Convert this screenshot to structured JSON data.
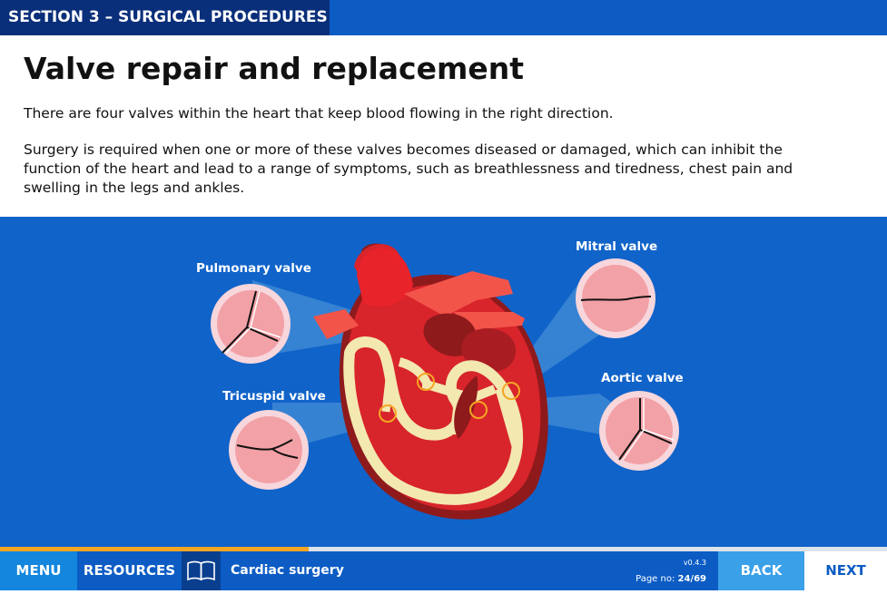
{
  "header": {
    "section_label": "SECTION 3 – SURGICAL PROCEDURES"
  },
  "content": {
    "title": "Valve repair and replacement",
    "paragraph_1": "There are four valves within the heart that keep blood flowing in the right direction.",
    "paragraph_2": "Surgery is required when one or more of these valves becomes diseased or damaged, which can inhibit the function of the heart and lead to a range of symptoms, such as breathlessness and tiredness, chest pain and swelling in the legs and ankles."
  },
  "illustration": {
    "labels": {
      "pulmonary": "Pulmonary valve",
      "tricuspid": "Tricuspid valve",
      "mitral": "Mitral valve",
      "aortic": "Aortic valve"
    },
    "colors": {
      "background": "#1063c9",
      "heart_red": "#d8242b",
      "heart_dark": "#8e1a1c",
      "valve_fill": "#f2a1a6",
      "valve_ring": "#f7d6dc",
      "highlight": "#f5a623"
    }
  },
  "progress": {
    "fraction": 0.3478
  },
  "footer": {
    "menu_label": "MENU",
    "resources_label": "RESOURCES",
    "resources_icon": "book-icon",
    "course_title": "Cardiac surgery",
    "version": "v0.4.3",
    "page_prefix": "Page no:",
    "page_value": "24/69",
    "back_label": "BACK",
    "next_label": "NEXT"
  }
}
